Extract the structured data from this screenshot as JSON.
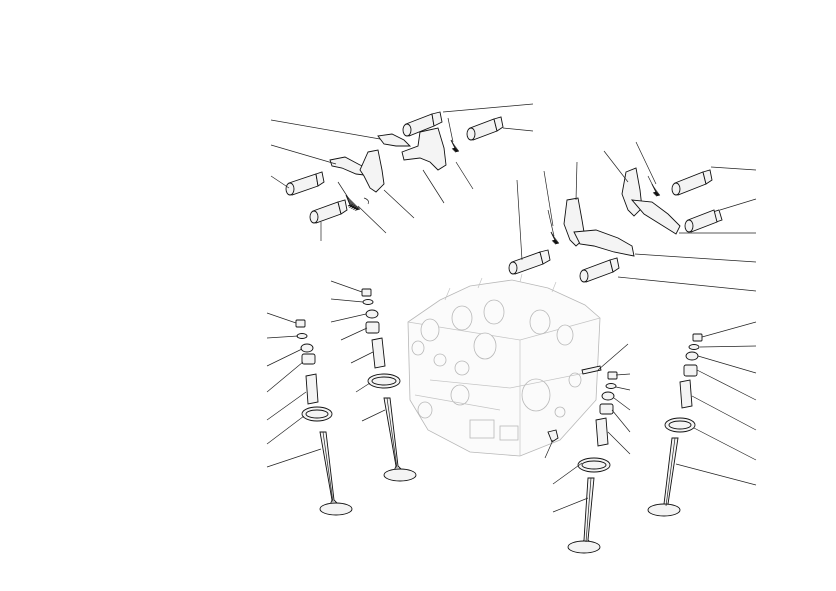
{
  "diagram": {
    "background": "#ffffff",
    "line_color": "#222222",
    "ghost_color": "#b8b8b8",
    "groups": [
      "rocker-arm-assembly-left",
      "rocker-arm-assembly-center",
      "rocker-arm-assembly-right",
      "valve-stack-left",
      "valve-stack-center",
      "valve-stack-right",
      "cylinder-head-ghost"
    ]
  }
}
